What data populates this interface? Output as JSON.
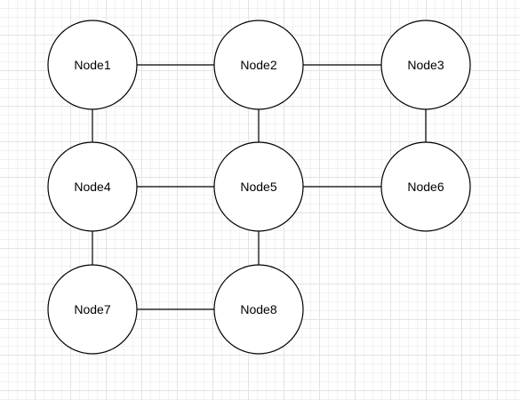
{
  "colors": {
    "stroke": "#000000",
    "node_fill": "#ffffff",
    "grid": "#e3e3e3"
  },
  "nodes": [
    {
      "id": "node1",
      "label": "Node1"
    },
    {
      "id": "node2",
      "label": "Node2"
    },
    {
      "id": "node3",
      "label": "Node3"
    },
    {
      "id": "node4",
      "label": "Node4"
    },
    {
      "id": "node5",
      "label": "Node5"
    },
    {
      "id": "node6",
      "label": "Node6"
    },
    {
      "id": "node7",
      "label": "Node7"
    },
    {
      "id": "node8",
      "label": "Node8"
    }
  ],
  "edges": [
    {
      "from": "node1",
      "to": "node2"
    },
    {
      "from": "node2",
      "to": "node3"
    },
    {
      "from": "node1",
      "to": "node4"
    },
    {
      "from": "node2",
      "to": "node5"
    },
    {
      "from": "node3",
      "to": "node6"
    },
    {
      "from": "node4",
      "to": "node5"
    },
    {
      "from": "node5",
      "to": "node6"
    },
    {
      "from": "node4",
      "to": "node7"
    },
    {
      "from": "node5",
      "to": "node8"
    },
    {
      "from": "node7",
      "to": "node8"
    }
  ]
}
